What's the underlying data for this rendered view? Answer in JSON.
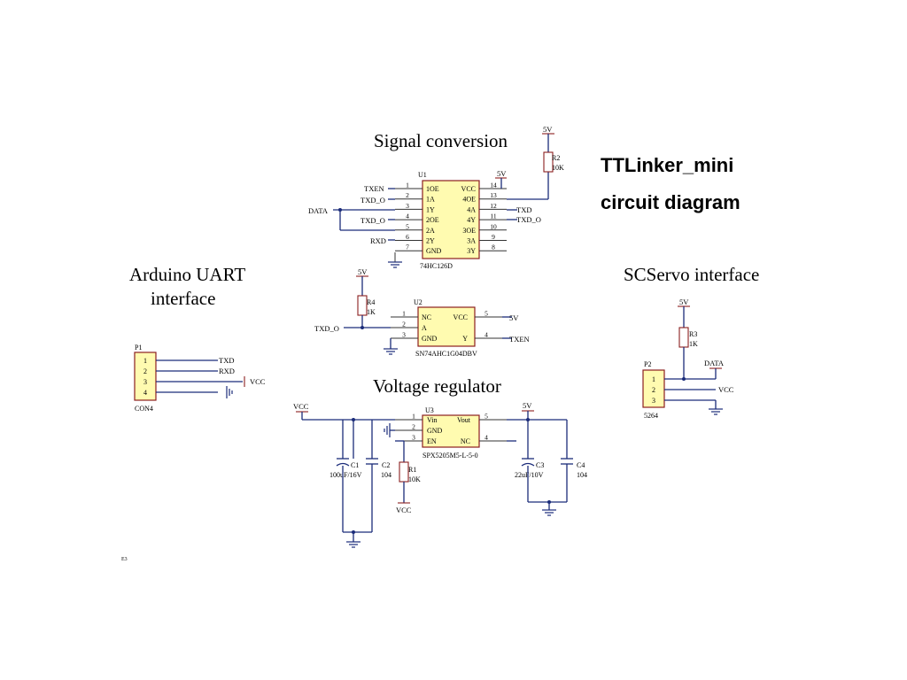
{
  "title": {
    "line1": "TTLinker_mini",
    "line2": "circuit diagram"
  },
  "sections": {
    "signal": "Signal conversion",
    "arduino_line1": "Arduino UART",
    "arduino_line2": "interface",
    "scservo": "SCServo interface",
    "regulator": "Voltage regulator"
  },
  "u1": {
    "ref": "U1",
    "part": "74HC126D",
    "left_pins": [
      {
        "num": "1",
        "name": "1OE",
        "net": "TXEN"
      },
      {
        "num": "2",
        "name": "1A",
        "net": "TXD_O"
      },
      {
        "num": "3",
        "name": "1Y",
        "net": "DATA"
      },
      {
        "num": "4",
        "name": "2OE",
        "net": "TXD_O"
      },
      {
        "num": "5",
        "name": "2A",
        "net": ""
      },
      {
        "num": "6",
        "name": "2Y",
        "net": "RXD"
      },
      {
        "num": "7",
        "name": "GND",
        "net": ""
      }
    ],
    "right_pins": [
      {
        "num": "14",
        "name": "VCC",
        "net": "5V"
      },
      {
        "num": "13",
        "name": "4OE",
        "net": ""
      },
      {
        "num": "12",
        "name": "4A",
        "net": "TXD"
      },
      {
        "num": "11",
        "name": "4Y",
        "net": "TXD_O"
      },
      {
        "num": "10",
        "name": "3OE",
        "net": ""
      },
      {
        "num": "9",
        "name": "3A",
        "net": ""
      },
      {
        "num": "8",
        "name": "3Y",
        "net": ""
      }
    ]
  },
  "u2": {
    "ref": "U2",
    "part": "SN74AHC1G04DBV",
    "left_pins": [
      {
        "num": "1",
        "name": "NC"
      },
      {
        "num": "2",
        "name": "A"
      },
      {
        "num": "3",
        "name": "GND"
      }
    ],
    "right_pins": [
      {
        "num": "5",
        "name": "VCC",
        "net": "5V"
      },
      {
        "num": "4",
        "name": "Y",
        "net": "TXEN"
      }
    ],
    "input_net": "TXD_O"
  },
  "u3": {
    "ref": "U3",
    "part": "SPX5205M5-L-5-0",
    "left_pins": [
      {
        "num": "1",
        "name": "Vin"
      },
      {
        "num": "2",
        "name": "GND"
      },
      {
        "num": "3",
        "name": "EN"
      }
    ],
    "right_pins": [
      {
        "num": "5",
        "name": "Vout"
      },
      {
        "num": "4",
        "name": "NC"
      }
    ]
  },
  "resistors": {
    "r2": {
      "ref": "R2",
      "value": "10K",
      "net": "5V"
    },
    "r4": {
      "ref": "R4",
      "value": "1K",
      "net": "5V"
    },
    "r3": {
      "ref": "R3",
      "value": "1K",
      "net": "5V"
    },
    "r1": {
      "ref": "R1",
      "value": "10K",
      "net": "VCC"
    }
  },
  "capacitors": {
    "c1": {
      "ref": "C1",
      "value": "100uF/16V"
    },
    "c2": {
      "ref": "C2",
      "value": "104"
    },
    "c3": {
      "ref": "C3",
      "value": "22uF/10V"
    },
    "c4": {
      "ref": "C4",
      "value": "104"
    }
  },
  "p1": {
    "ref": "P1",
    "part": "CON4",
    "pins": [
      "1",
      "2",
      "3",
      "4"
    ],
    "nets": [
      "TXD",
      "RXD",
      "VCC",
      ""
    ]
  },
  "p2": {
    "ref": "P2",
    "part": "5264",
    "pins": [
      "1",
      "2",
      "3"
    ],
    "nets": [
      "DATA",
      "VCC",
      ""
    ]
  },
  "nets": {
    "vcc": "VCC",
    "v5": "5V",
    "data": "DATA"
  },
  "colors": {
    "wire": "#1b2c7a",
    "chip_fill": "#fffbb0",
    "chip_border": "#8b1f1f"
  },
  "footer_mark": "E3"
}
